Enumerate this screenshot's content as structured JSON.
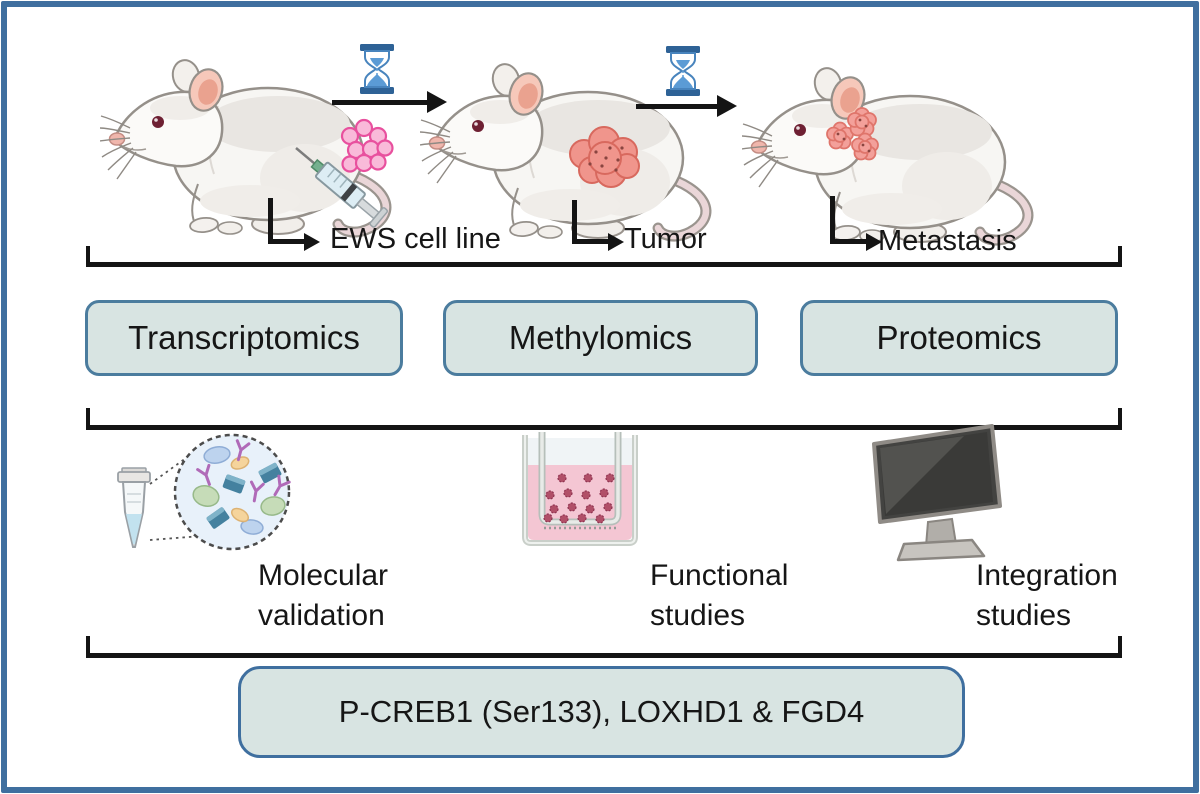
{
  "figure": {
    "stages": [
      {
        "label": "EWS cell line"
      },
      {
        "label": "Tumor"
      },
      {
        "label": "Metastasis"
      }
    ],
    "omics": [
      {
        "label": "Transcriptomics"
      },
      {
        "label": "Methylomics"
      },
      {
        "label": "Proteomics"
      }
    ],
    "studies": [
      {
        "line1": "Molecular",
        "line2": "validation",
        "icon": "tube-magnifier-icon"
      },
      {
        "line1": "Functional",
        "line2": "studies",
        "icon": "transwell-assay-icon"
      },
      {
        "line1": "Integration",
        "line2": "studies",
        "icon": "computer-monitor-icon"
      }
    ],
    "result": {
      "label": "P-CREB1 (Ser133), LOXHD1 & FGD4"
    },
    "icons": [
      "hourglass-icon",
      "arrow-right-icon",
      "syringe-icon",
      "cell-cluster-icon",
      "tumor-icon",
      "metastasis-spots-icon",
      "tube-magnifier-icon",
      "transwell-assay-icon",
      "computer-monitor-icon"
    ],
    "colors": {
      "frame": "#3F6F9F",
      "panel_fill": "#D8E4E2",
      "panel_border": "#4B7C9E",
      "line": "#141414",
      "hourglass": "#5B9BD5",
      "tumor": "#F0958C",
      "cells": "#F9BAD9",
      "medium": "#F4C6D3"
    }
  }
}
